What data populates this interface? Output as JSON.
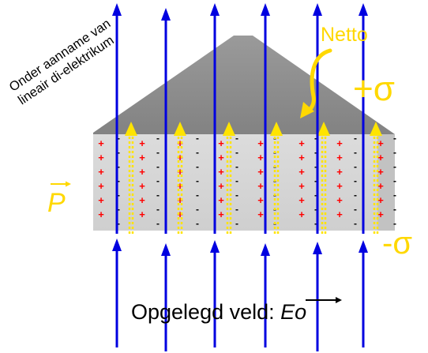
{
  "labels": {
    "assumption_line1": "Onder aanname van",
    "assumption_line2": "lineair di-elektrikum",
    "netto": "Netto",
    "plus_sigma": "+σ",
    "minus_sigma": "-σ",
    "polarization": "P",
    "applied_field_prefix": "Opgelegd veld:",
    "applied_field_symbol": "Eo"
  },
  "plus_sign": "+",
  "minus_sign": "-",
  "colors": {
    "field_arrow": "#0000e0",
    "polarization_arrow": "#ffe400",
    "annotation": "#ffd800",
    "plus_charge": "#ff0000",
    "minus_charge": "#000000",
    "slab_front": "#d9d9d9",
    "slab_top": "#8a8a8a"
  },
  "icons": {
    "field_arrows": "blue-up-arrow",
    "polarization_arrows": "yellow-dotted-up-arrow",
    "netto_pointer": "curved-arrow-icon"
  }
}
